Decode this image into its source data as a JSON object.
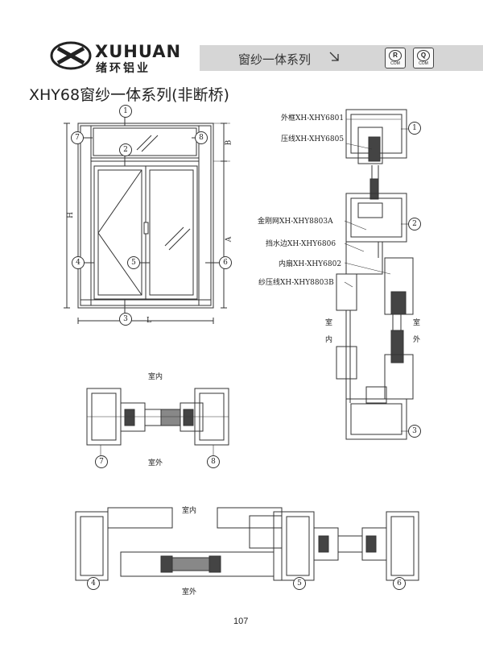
{
  "header": {
    "brand_en": "XUHUAN",
    "brand_cn": "绪环铝业",
    "band_title": "窗纱一体系列",
    "cert_r_mark": "R",
    "cert_r_sub": "COM",
    "cert_q_mark": "Q",
    "cert_q_sub": "COM"
  },
  "page_title": "XHY68窗纱一体系列(非断桥)",
  "elevation": {
    "callouts": [
      "1",
      "2",
      "3",
      "4",
      "5",
      "6",
      "7",
      "8"
    ],
    "dim_H": "H",
    "dim_B": "B",
    "dim_A": "A",
    "dim_L": "L"
  },
  "vertical_section": {
    "labels": {
      "outer_frame": "外框XH-XHY6801",
      "bead": "压线XH-XHY6805",
      "mesh": "金刚网XH-XHY8803A",
      "drip": "挡水边XH-XHY6806",
      "sash": "内扇XH-XHY6802",
      "screen_bead": "纱压线XH-XHY8803B"
    },
    "indoor": "室\n内",
    "indoor_a": "室",
    "indoor_b": "内",
    "outdoor_a": "室",
    "outdoor_b": "外"
  },
  "section_78": {
    "indoor": "室内",
    "outdoor": "室外"
  },
  "section_456": {
    "indoor": "室内",
    "outdoor": "室外"
  },
  "page_number": "107",
  "colors": {
    "band": "#d6d6d6",
    "line": "#333333",
    "fill_dark": "#444444"
  }
}
